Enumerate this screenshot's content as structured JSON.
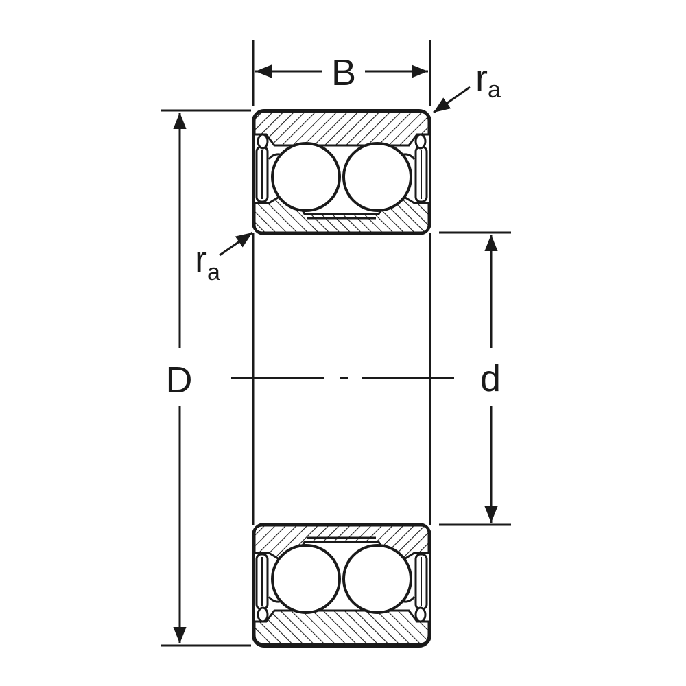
{
  "labels": {
    "width": "B",
    "outer_diameter": "D",
    "bore_diameter": "d",
    "fillet_radius_top": {
      "base": "r",
      "sub": "a"
    },
    "fillet_radius_left": {
      "base": "r",
      "sub": "a"
    }
  }
}
